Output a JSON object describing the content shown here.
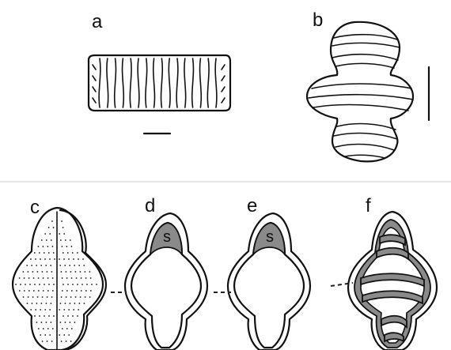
{
  "panels": {
    "a": {
      "label": "a"
    },
    "b": {
      "label": "b"
    },
    "c": {
      "label": "c"
    },
    "d": {
      "label": "d",
      "region_label": "s"
    },
    "e": {
      "label": "e",
      "region_label": "s"
    },
    "f": {
      "label": "f"
    }
  },
  "colors": {
    "ink": "#111111",
    "shade": "#8a8a8a",
    "background": "#ffffff"
  }
}
